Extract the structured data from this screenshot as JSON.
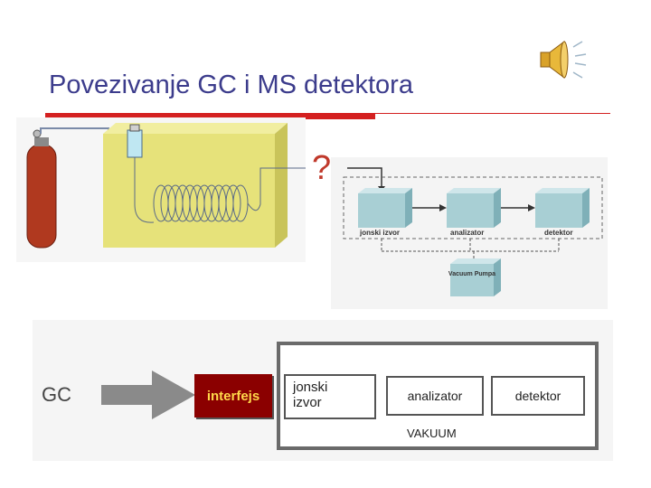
{
  "slide": {
    "title": "Povezivanje GC i MS detektora",
    "question_mark": "?"
  },
  "ms_schematic": {
    "ion_source": "jonski izvor",
    "analyzer": "analizator",
    "detector": "detektor",
    "vacuum_pump": "Vacuum Pumpa"
  },
  "bottom_diagram": {
    "gc_label": "GC",
    "interface_label": "interfejs",
    "ion_source_label": "jonski izvor",
    "analyzer_label": "analizator",
    "detector_label": "detektor",
    "vacuum_label": "VAKUUM"
  },
  "colors": {
    "title": "#3c3c8c",
    "accent_red": "#d42020",
    "oven": "#e6e27a",
    "cylinder": "#b0391f",
    "ms_box": "#a8cfd4",
    "interface_fill": "#8b0000",
    "interface_text": "#ffd84a",
    "arrow_gray": "#8a8a8a"
  }
}
